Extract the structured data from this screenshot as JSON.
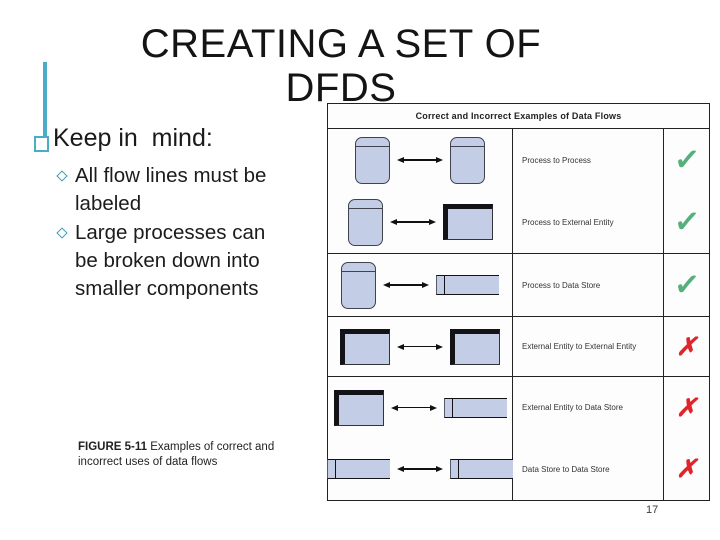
{
  "slide": {
    "title_line1": "CREATING A SET OF",
    "title_line2": "DFDS",
    "keep_heading": "Keep in  mind:",
    "bullets": [
      "All flow lines must be labeled",
      "Large processes can be broken down into smaller components"
    ],
    "caption_bold": "FIGURE 5-11",
    "caption_rest": " Examples of correct and incorrect uses of data flows",
    "page_number": "17"
  },
  "figure": {
    "header": "Correct and Incorrect Examples of Data Flows",
    "rows": [
      {
        "left_shape": "process",
        "right_shape": "process",
        "label": "Process to Process",
        "verdict": "correct"
      },
      {
        "left_shape": "process",
        "right_shape": "external-entity",
        "label": "Process to External Entity",
        "verdict": "correct"
      },
      {
        "left_shape": "process",
        "right_shape": "data-store",
        "label": "Process to Data Store",
        "verdict": "correct"
      },
      {
        "left_shape": "external-entity",
        "right_shape": "external-entity",
        "label": "External Entity to External Entity",
        "verdict": "incorrect"
      },
      {
        "left_shape": "external-entity",
        "right_shape": "data-store",
        "label": "External Entity to Data Store",
        "verdict": "incorrect"
      },
      {
        "left_shape": "data-store",
        "right_shape": "data-store",
        "label": "Data Store to Data Store",
        "verdict": "incorrect"
      }
    ],
    "icons": {
      "correct": "✓",
      "incorrect": "✗"
    }
  },
  "colors": {
    "accent_blue": "#4bacc6",
    "shape_fill": "#c4cde6",
    "check_green": "#55b07c",
    "cross_red": "#e0252a"
  }
}
